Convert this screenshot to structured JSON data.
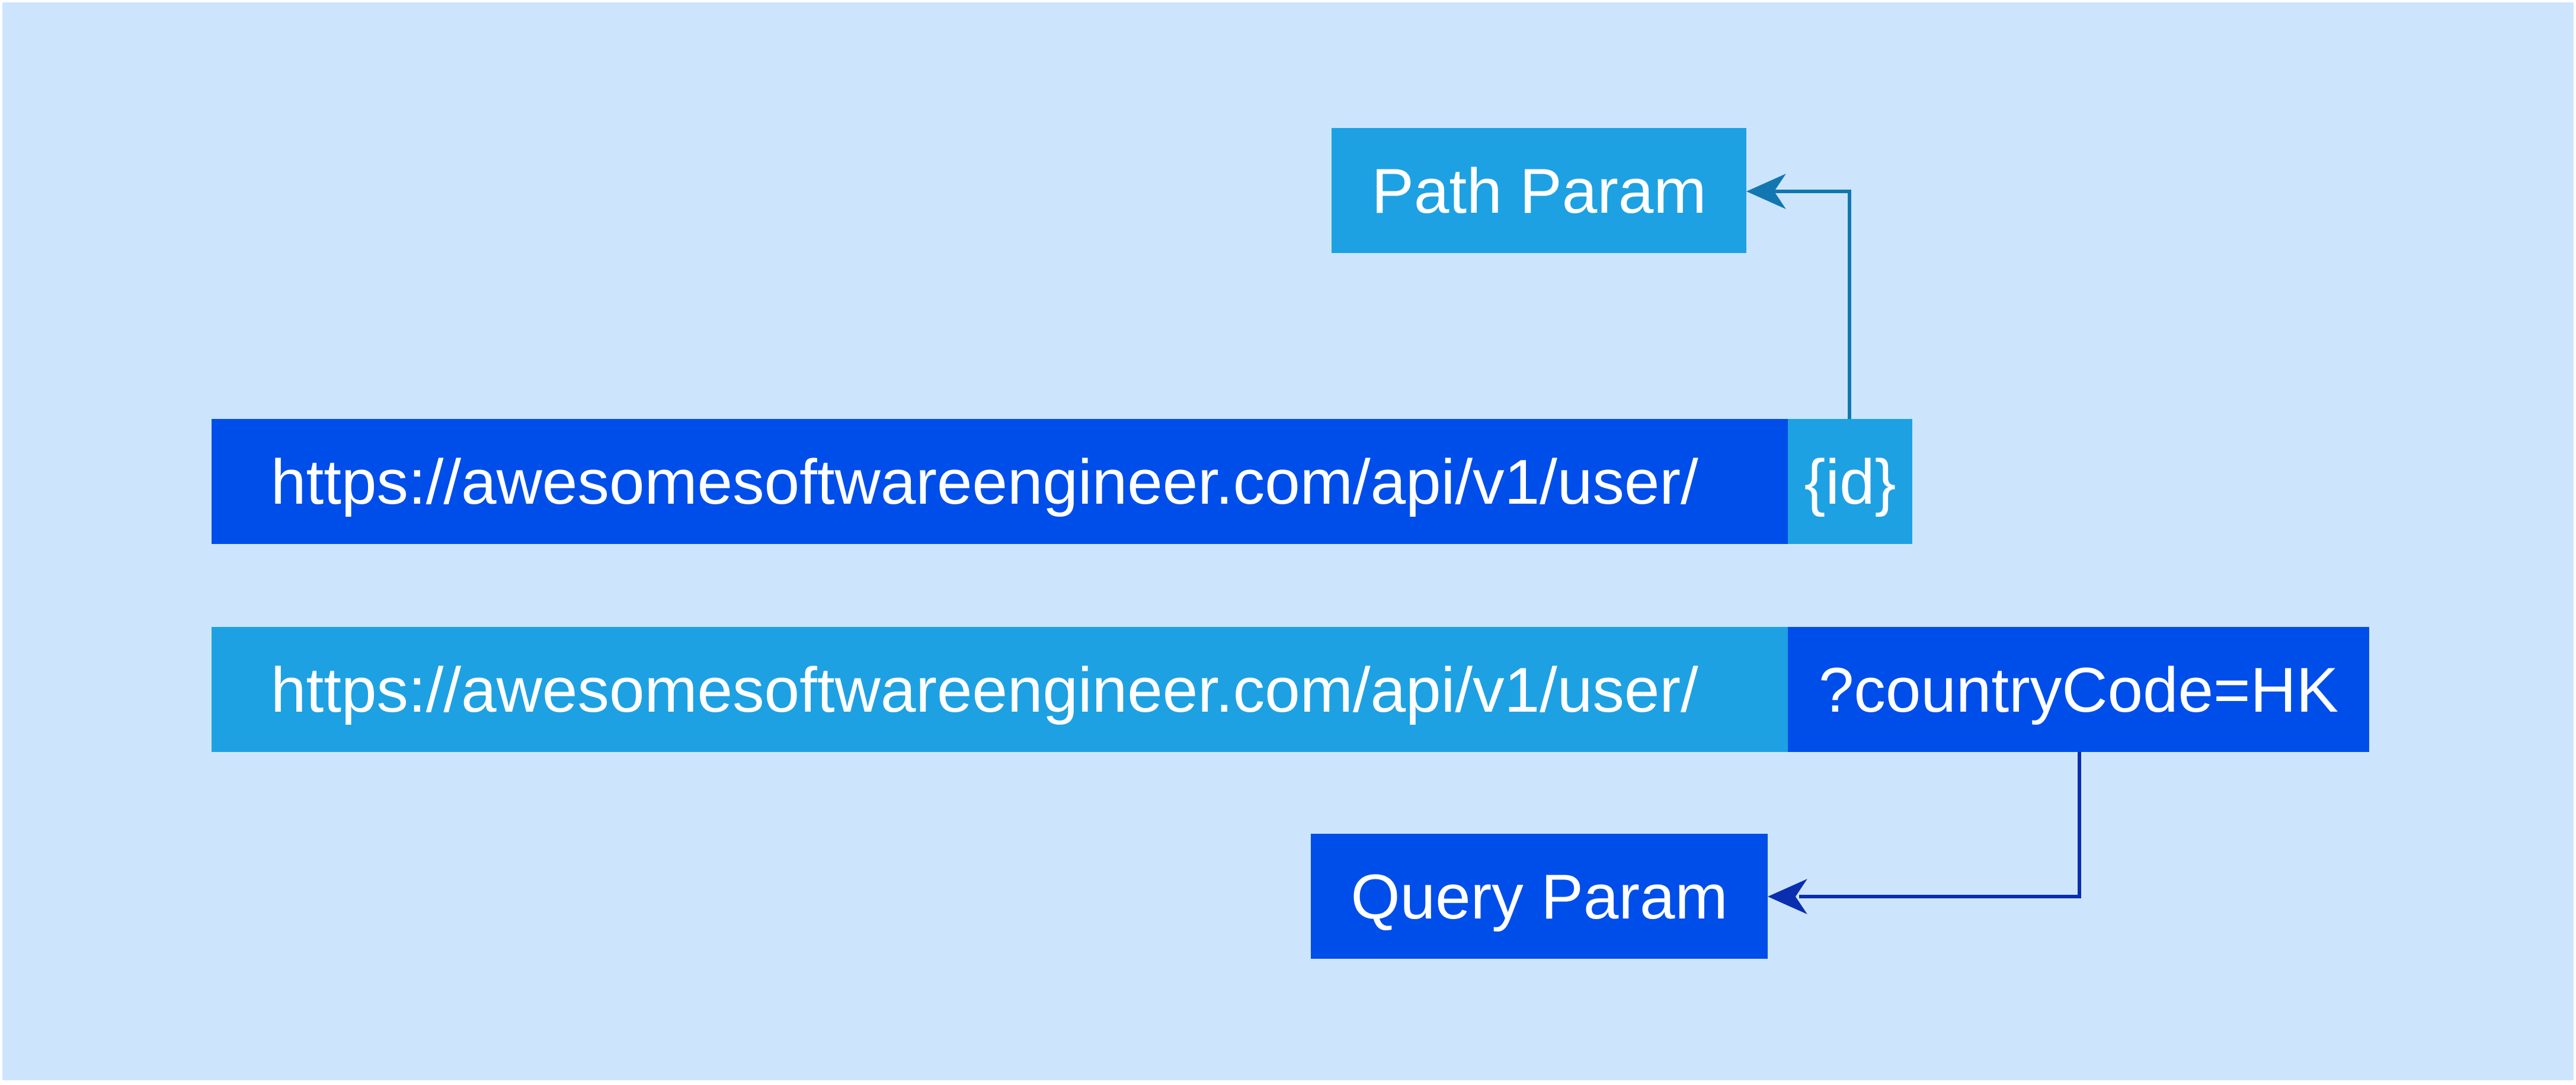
{
  "labels": {
    "path_param": "Path Param",
    "query_param": "Query Param"
  },
  "urls": {
    "path_example": {
      "base": "https://awesomesoftwareengineer.com/api/v1/user/",
      "param": "{id}"
    },
    "query_example": {
      "base": "https://awesomesoftwareengineer.com/api/v1/user/",
      "param": "?countryCode=HK"
    }
  },
  "colors": {
    "background": "#cce5fd",
    "light_blue": "#1ea1e2",
    "dark_blue": "#004eea",
    "path_arrow": "#1277b1",
    "query_arrow": "#0a2eb0",
    "text": "#ffffff"
  }
}
